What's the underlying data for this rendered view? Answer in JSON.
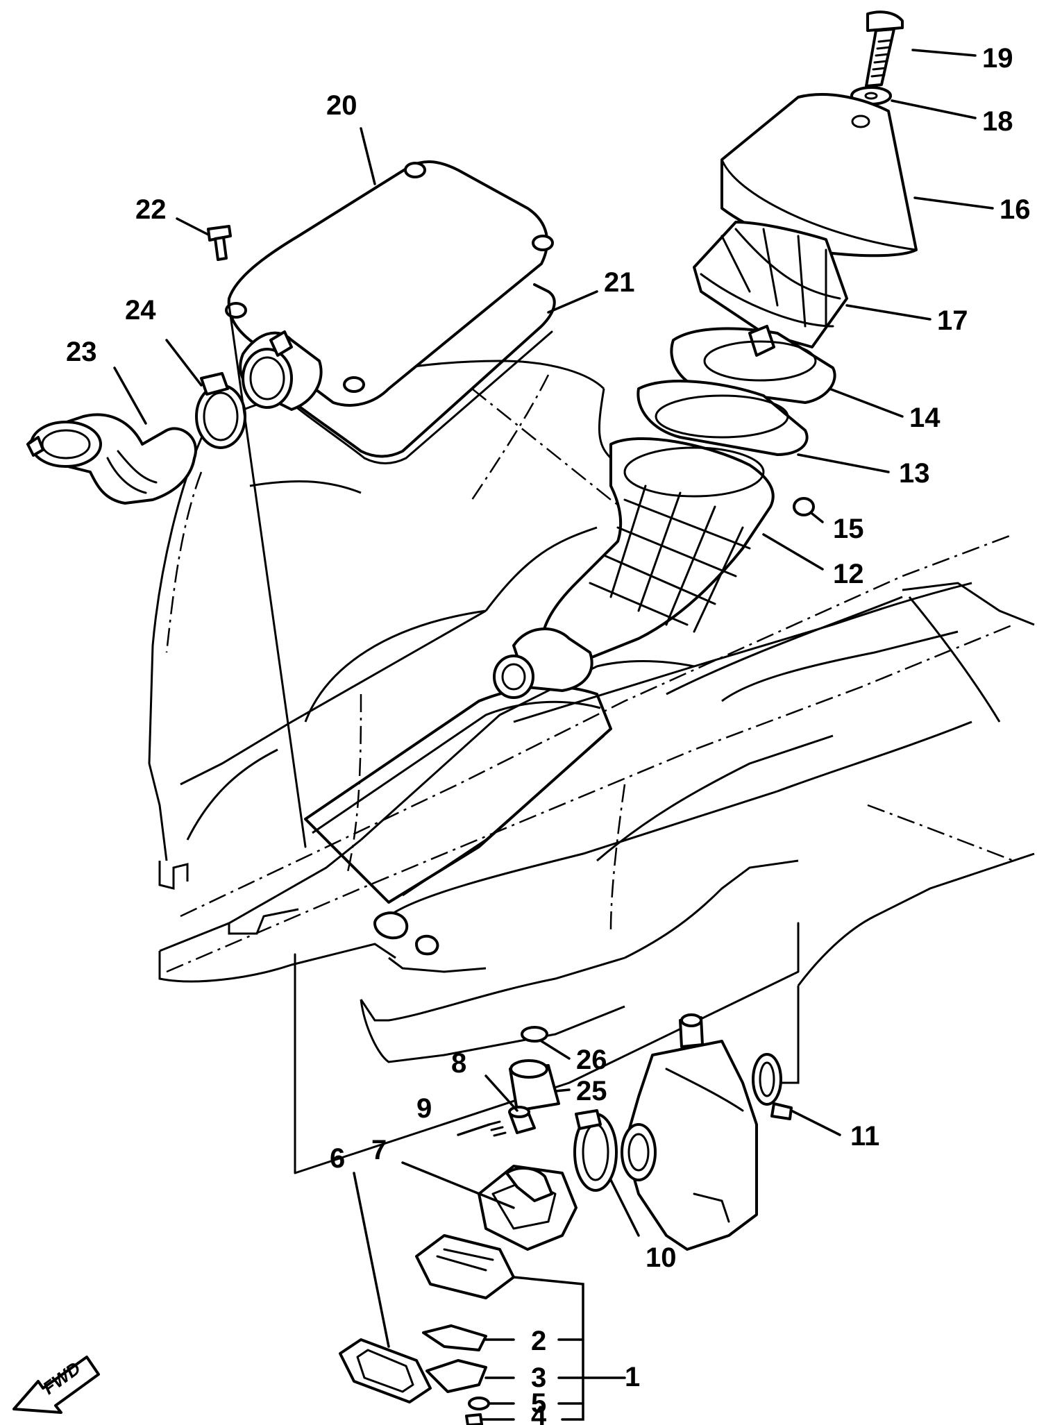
{
  "callouts": [
    {
      "id": "1",
      "label": "1"
    },
    {
      "id": "2",
      "label": "2"
    },
    {
      "id": "3",
      "label": "3"
    },
    {
      "id": "4",
      "label": "4"
    },
    {
      "id": "5",
      "label": "5"
    },
    {
      "id": "6",
      "label": "6"
    },
    {
      "id": "7",
      "label": "7"
    },
    {
      "id": "8",
      "label": "8"
    },
    {
      "id": "9",
      "label": "9"
    },
    {
      "id": "10",
      "label": "10"
    },
    {
      "id": "11",
      "label": "11"
    },
    {
      "id": "12",
      "label": "12"
    },
    {
      "id": "13",
      "label": "13"
    },
    {
      "id": "14",
      "label": "14"
    },
    {
      "id": "15",
      "label": "15"
    },
    {
      "id": "16",
      "label": "16"
    },
    {
      "id": "17",
      "label": "17"
    },
    {
      "id": "18",
      "label": "18"
    },
    {
      "id": "19",
      "label": "19"
    },
    {
      "id": "20",
      "label": "20"
    },
    {
      "id": "21",
      "label": "21"
    },
    {
      "id": "22",
      "label": "22"
    },
    {
      "id": "23",
      "label": "23"
    },
    {
      "id": "24",
      "label": "24"
    },
    {
      "id": "25",
      "label": "25"
    },
    {
      "id": "26",
      "label": "26"
    }
  ],
  "direction_marker": {
    "label": "FWD"
  }
}
